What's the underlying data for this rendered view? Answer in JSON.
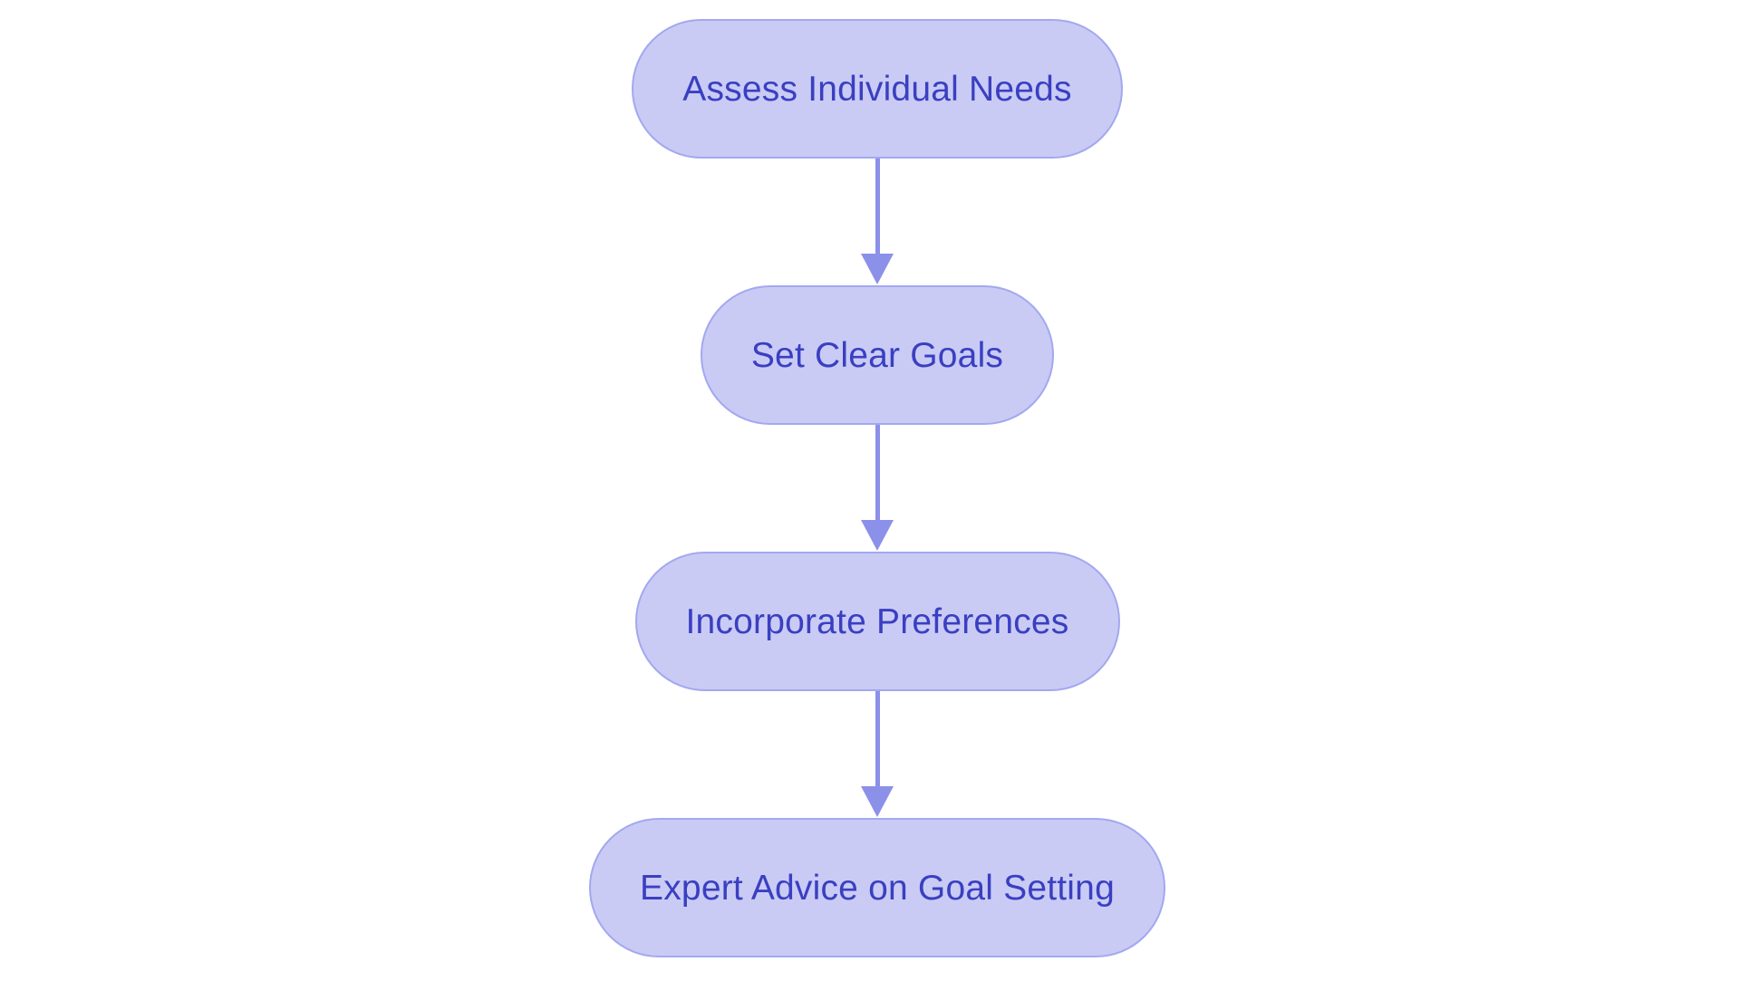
{
  "flowchart": {
    "type": "vertical-flow",
    "colors": {
      "background": "#ffffff",
      "node_fill": "#c9cbf5",
      "node_border": "#a3a8ef",
      "text_color": "#3a3fc1",
      "arrow_color": "#8b90e9"
    },
    "nodes": [
      {
        "id": "assess-individual-needs",
        "label": "Assess Individual Needs"
      },
      {
        "id": "set-clear-goals",
        "label": "Set Clear Goals"
      },
      {
        "id": "incorporate-preferences",
        "label": "Incorporate Preferences"
      },
      {
        "id": "expert-advice-on-goal-setting",
        "label": "Expert Advice on Goal Setting"
      }
    ],
    "connections": [
      {
        "from": "assess-individual-needs",
        "to": "set-clear-goals"
      },
      {
        "from": "set-clear-goals",
        "to": "incorporate-preferences"
      },
      {
        "from": "incorporate-preferences",
        "to": "expert-advice-on-goal-setting"
      }
    ]
  }
}
